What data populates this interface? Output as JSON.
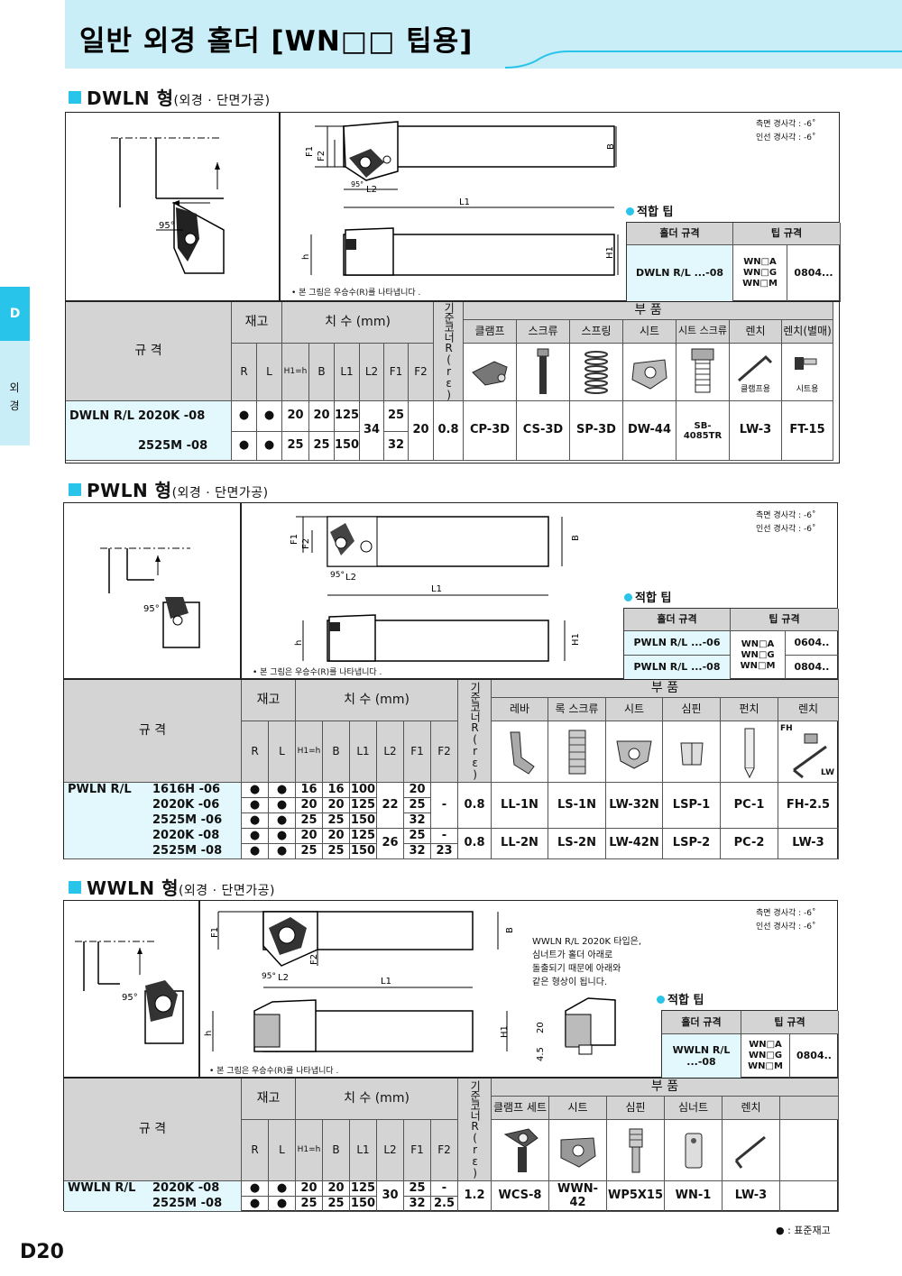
{
  "page": {
    "title": "일반 외경 홀더 [WN□□ 팁용]",
    "page_number": "D20",
    "legend": "● : 표준재고"
  },
  "sidetab": {
    "letter": "D",
    "label": "외\n경"
  },
  "common": {
    "angle_note_1": "측면 경사각 : -6˚",
    "angle_note_2": "인선 경사각 : -6˚",
    "figure_note": "• 본 그림은 우승수(R)를 나타냅니다 .",
    "fit_label": "적합 팁",
    "holder_col": "홀더 규격",
    "tip_col": "팁 규격",
    "spec": "규 격",
    "stock": "재고",
    "dims": "치 수 (mm)",
    "corner": "기준코너R(rε)",
    "parts": "부 품",
    "R": "R",
    "L": "L",
    "H1": "H1=h",
    "B": "B",
    "L1": "L1",
    "L2": "L2",
    "F1": "F1",
    "F2": "F2",
    "tipgrades": "WN□A\nWN□G\nWN□M"
  },
  "dwln": {
    "title": "DWLN 형",
    "sub": "(외경 · 단면가공)",
    "fit": [
      {
        "holder": "DWLN R/L ...-08",
        "tip": "0804..."
      }
    ],
    "parts": [
      "클램프",
      "스크류",
      "스프링",
      "시트",
      "시트 스크류",
      "렌치",
      "렌치(별매)"
    ],
    "part_notes": [
      "클램프용",
      "시트용"
    ],
    "series": "DWLN R/L",
    "rows": [
      {
        "code": "2020K -08",
        "R": "●",
        "L": "●",
        "H1": "20",
        "B": "20",
        "L1": "125",
        "F1": "25"
      },
      {
        "code": "2525M -08",
        "R": "●",
        "L": "●",
        "H1": "25",
        "B": "25",
        "L1": "150",
        "F1": "32"
      }
    ],
    "shared": {
      "L2": "34",
      "F2": "20",
      "corner": "0.8",
      "p": [
        "CP-3D",
        "CS-3D",
        "SP-3D",
        "DW-44",
        "SB-4085TR",
        "LW-3",
        "FT-15"
      ]
    }
  },
  "pwln": {
    "title": "PWLN 형",
    "sub": "(외경 · 단면가공)",
    "fit": [
      {
        "holder": "PWLN R/L ...-06",
        "tip": "0604.."
      },
      {
        "holder": "PWLN R/L ...-08",
        "tip": "0804.."
      }
    ],
    "parts": [
      "레바",
      "록 스크류",
      "시트",
      "심핀",
      "펀치",
      "렌치"
    ],
    "wrench_labels": [
      "FH",
      "LW"
    ],
    "series": "PWLN R/L",
    "rows": [
      {
        "code": "1616H -06",
        "R": "●",
        "L": "●",
        "H1": "16",
        "B": "16",
        "L1": "100",
        "F1": "20"
      },
      {
        "code": "2020K -06",
        "R": "●",
        "L": "●",
        "H1": "20",
        "B": "20",
        "L1": "125",
        "F1": "25"
      },
      {
        "code": "2525M -06",
        "R": "●",
        "L": "●",
        "H1": "25",
        "B": "25",
        "L1": "150",
        "F1": "32"
      },
      {
        "code": "2020K -08",
        "R": "●",
        "L": "●",
        "H1": "20",
        "B": "20",
        "L1": "125",
        "F1": "25",
        "F2": "-"
      },
      {
        "code": "2525M -08",
        "R": "●",
        "L": "●",
        "H1": "25",
        "B": "25",
        "L1": "150",
        "F1": "32",
        "F2": "23"
      }
    ],
    "group1": {
      "L2": "22",
      "F2": "-",
      "corner": "0.8",
      "p": [
        "LL-1N",
        "LS-1N",
        "LW-32N",
        "LSP-1",
        "PC-1",
        "FH-2.5"
      ]
    },
    "group2": {
      "L2": "26",
      "corner": "0.8",
      "p": [
        "LL-2N",
        "LS-2N",
        "LW-42N",
        "LSP-2",
        "PC-2",
        "LW-3"
      ]
    }
  },
  "wwln": {
    "title": "WWLN 형",
    "sub": "(외경 · 단면가공)",
    "note": "WWLN R/L 2020K 타입은,\n심너트가 홀더 아래로\n돌출되기 때문에 아래와\n같은 형상이 됩니다.",
    "fit": [
      {
        "holder": "WWLN R/L ...-08",
        "tip": "0804.."
      }
    ],
    "parts": [
      "클램프 세트",
      "시트",
      "심핀",
      "심너트",
      "렌치"
    ],
    "series": "WWLN R/L",
    "rows": [
      {
        "code": "2020K -08",
        "R": "●",
        "L": "●",
        "H1": "20",
        "B": "20",
        "L1": "125",
        "F1": "25",
        "F2": "-"
      },
      {
        "code": "2525M -08",
        "R": "●",
        "L": "●",
        "H1": "25",
        "B": "25",
        "L1": "150",
        "F1": "32",
        "F2": "2.5"
      }
    ],
    "shared": {
      "L2": "30",
      "corner": "1.2",
      "p": [
        "WCS-8",
        "WWN-42",
        "WP5X15",
        "WN-1",
        "LW-3"
      ]
    },
    "dims_extra": [
      "20",
      "4.5"
    ]
  },
  "colors": {
    "accent": "#29c4ea",
    "banner": "#c9eef7",
    "gray": "#d4d4d4",
    "lightblue": "#e3f8fc"
  },
  "figure_labels": {
    "F1": "F1",
    "F2": "F2",
    "B": "B",
    "L1": "L1",
    "L2": "L2",
    "h": "h",
    "H1": "H1",
    "angle": "95°"
  }
}
